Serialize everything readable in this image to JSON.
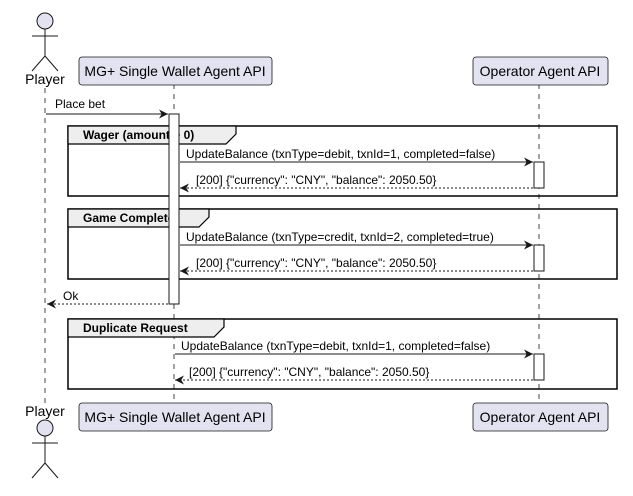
{
  "participants": {
    "player": {
      "name": "Player"
    },
    "mg": {
      "name": "MG+ Single Wallet Agent API"
    },
    "operator": {
      "name": "Operator Agent API"
    }
  },
  "colors": {
    "participant_fill": "#e2e2f0",
    "participant_stroke": "#181818",
    "lifeline": "#181818"
  },
  "messages": {
    "place_bet": "Place bet",
    "ok": "Ok"
  },
  "frames": [
    {
      "title": "Wager (amount > 0)",
      "request": "UpdateBalance (txnType=debit, txnId=1, completed=false)",
      "response": "[200] {\"currency\": \"CNY\", \"balance\": 2050.50}"
    },
    {
      "title": "Game Complete",
      "request": "UpdateBalance (txnType=credit, txnId=2, completed=true)",
      "response": "[200] {\"currency\": \"CNY\", \"balance\": 2050.50}"
    },
    {
      "title": "Duplicate Request",
      "request": "UpdateBalance (txnType=debit, txnId=1, completed=false)",
      "response": "[200] {\"currency\": \"CNY\", \"balance\": 2050.50}"
    }
  ]
}
